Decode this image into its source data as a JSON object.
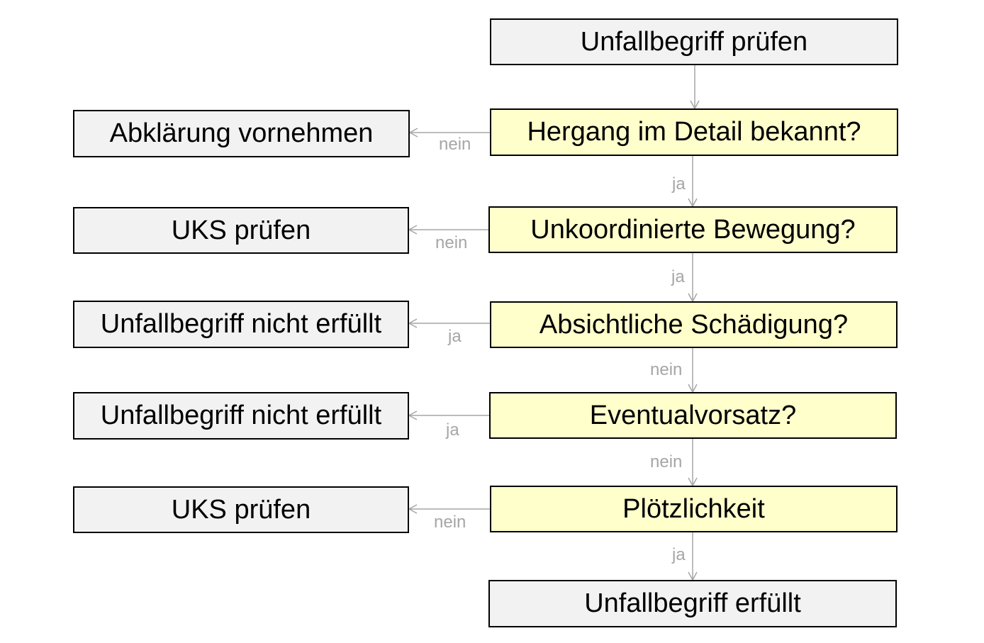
{
  "colors": {
    "terminal": "#f2f2f2",
    "decision": "#ffffcc",
    "connector": "#a6a6a6",
    "border": "#000000"
  },
  "nodes": {
    "start": "Unfallbegriff prüfen",
    "q_hergang": "Hergang im Detail bekannt?",
    "q_unkoordiniert": "Unkoordinierte Bewegung?",
    "q_absicht": "Absichtliche Schädigung?",
    "q_eventualvorsatz": "Eventualvorsatz?",
    "q_ploetzlich": "Plötzlichkeit",
    "end": "Unfallbegriff erfüllt",
    "out_abklaerung": "Abklärung vornehmen",
    "out_uks_1": "UKS prüfen",
    "out_nicht_erfuellt_1": "Unfallbegriff nicht erfüllt",
    "out_nicht_erfuellt_2": "Unfallbegriff nicht erfüllt",
    "out_uks_2": "UKS prüfen"
  },
  "edges": {
    "hergang_no": "nein",
    "hergang_yes": "ja",
    "unkoordiniert_no": "nein",
    "unkoordiniert_yes": "ja",
    "absicht_yes": "ja",
    "absicht_no": "nein",
    "eventualvorsatz_yes": "ja",
    "eventualvorsatz_no": "nein",
    "ploetzlich_no": "nein",
    "ploetzlich_yes": "ja"
  }
}
